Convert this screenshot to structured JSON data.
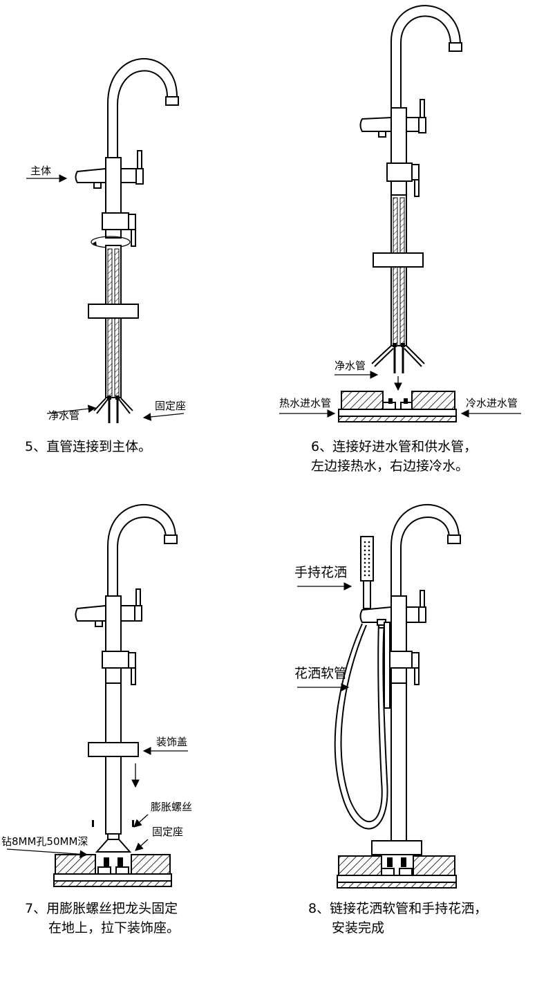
{
  "colors": {
    "line": "#000000",
    "background": "#ffffff"
  },
  "step5": {
    "label_body": "主体",
    "label_hose": "净水管",
    "label_base": "固定座",
    "caption": "5、直管连接到主体。"
  },
  "step6": {
    "label_hose": "净水管",
    "label_hot": "热水进水管",
    "label_cold": "冷水进水管",
    "caption_line1": "6、连接好进水管和供水管，",
    "caption_line2": "左边接热水，右边接冷水。"
  },
  "step7": {
    "label_cover": "装饰盖",
    "label_bolt": "膨胀螺丝",
    "label_base": "固定座",
    "label_drill": "钻8MM孔50MM深",
    "caption_line1": "7、用膨胀螺丝把龙头固定",
    "caption_line2": "在地上，拉下装饰座。"
  },
  "step8": {
    "label_handheld": "手持花洒",
    "label_hose": "花洒软管",
    "caption_line1": "8、链接花洒软管和手持花洒，",
    "caption_line2": "安装完成"
  }
}
